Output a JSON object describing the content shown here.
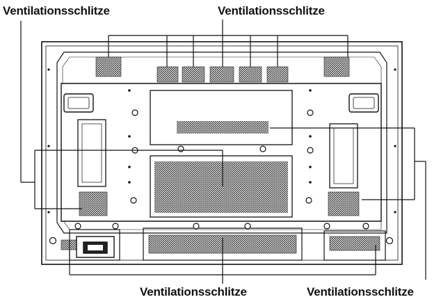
{
  "callouts": {
    "top_left": "Ventilationsschlitze",
    "top_center": "Ventilationsschlitze",
    "bottom_center": "Ventilationsschlitze",
    "bottom_right": "Ventilationsschlitze"
  },
  "colors": {
    "line": "#111111",
    "vent": "#3a3a3a",
    "panel_fill": "#ffffff"
  }
}
